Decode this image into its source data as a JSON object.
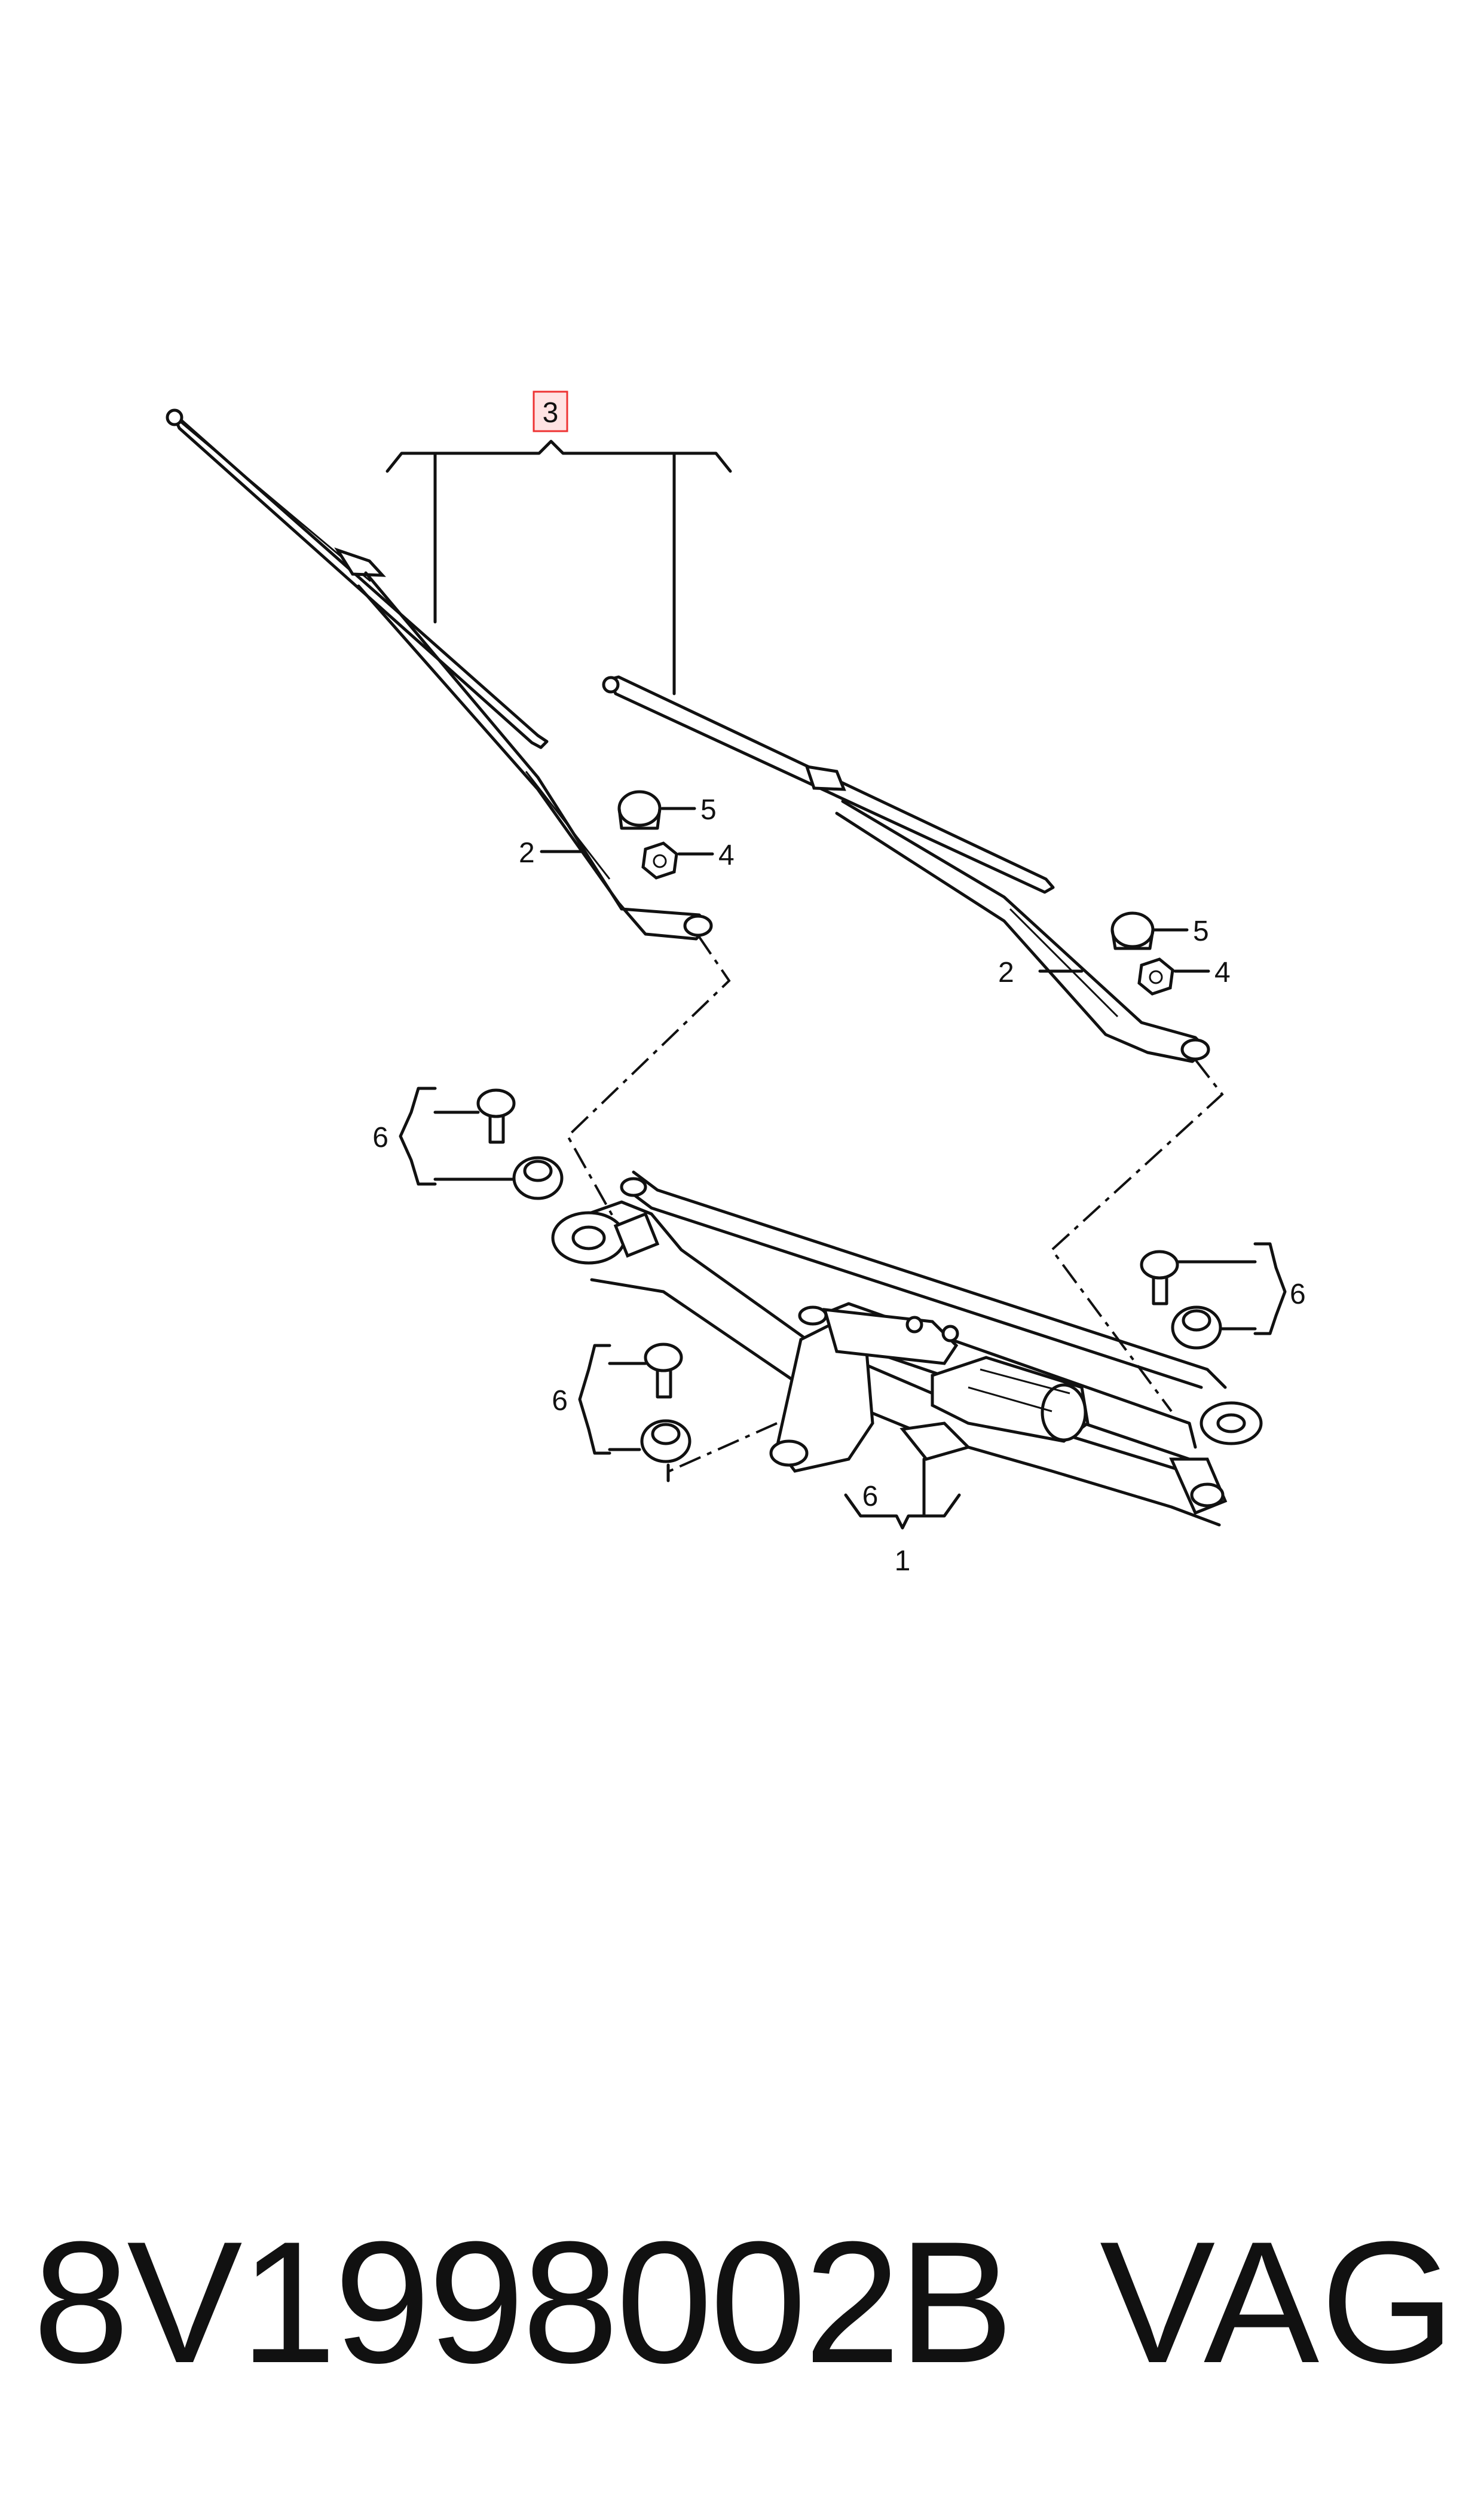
{
  "callouts": {
    "c3": "3",
    "c2_left": "2",
    "c5_left": "5",
    "c4_left": "4",
    "c2_right": "2",
    "c5_right": "5",
    "c4_right": "4",
    "c6_left_upper": "6",
    "c6_right": "6",
    "c6_left_lower": "6",
    "c6_bottom": "6",
    "c1": "1"
  },
  "footer": {
    "part_number": "8V1998002B",
    "brand": "VAG"
  },
  "colors": {
    "line": "#111111",
    "highlight_border": "#e33333",
    "highlight_fill": "#ffe3e3"
  }
}
